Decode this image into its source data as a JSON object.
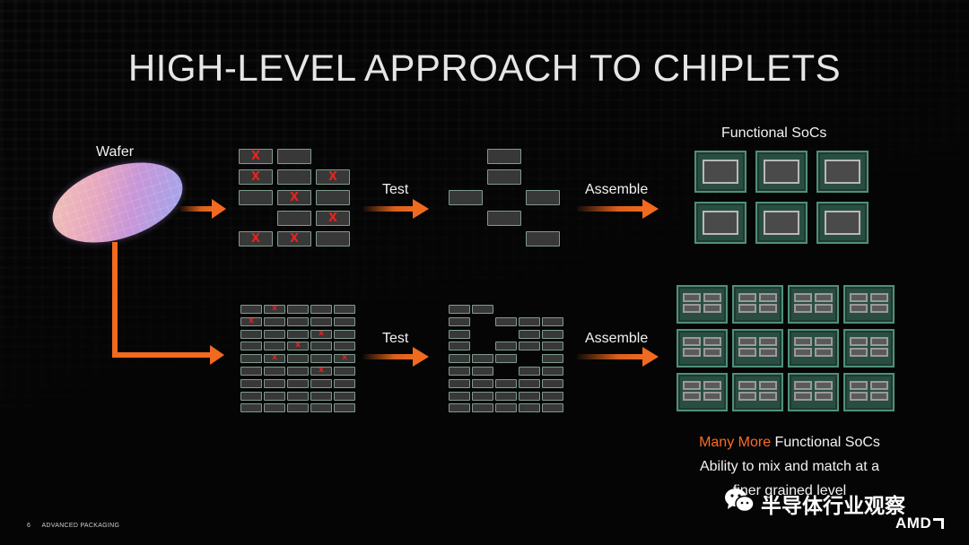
{
  "slide": {
    "title": "HIGH-LEVEL APPROACH TO CHIPLETS",
    "footer_page": "6",
    "footer_section": "ADVANCED PACKAGING",
    "logo": "AMD",
    "watermark": "半导体行业观察"
  },
  "labels": {
    "wafer": "Wafer",
    "test_top": "Test",
    "assemble_top": "Assemble",
    "test_bottom": "Test",
    "assemble_bottom": "Assemble",
    "functional_socs": "Functional SoCs",
    "many_more": "Many More",
    "many_more_rest": " Functional SoCs",
    "mix_match_line1": "Ability to mix and match at a",
    "mix_match_line2": "finer grained level"
  },
  "top_flow": {
    "defect_mark": "X",
    "tested_dies": [
      {
        "row": 0,
        "col": 0,
        "defect": true
      },
      {
        "row": 0,
        "col": 1,
        "defect": false
      },
      {
        "row": 1,
        "col": 0,
        "defect": true
      },
      {
        "row": 1,
        "col": 1,
        "defect": false
      },
      {
        "row": 1,
        "col": 2,
        "defect": true
      },
      {
        "row": 2,
        "col": 0,
        "defect": false
      },
      {
        "row": 2,
        "col": 1,
        "defect": true
      },
      {
        "row": 2,
        "col": 2,
        "defect": false
      },
      {
        "row": 3,
        "col": 1,
        "defect": false
      },
      {
        "row": 3,
        "col": 2,
        "defect": true
      },
      {
        "row": 4,
        "col": 0,
        "defect": true
      },
      {
        "row": 4,
        "col": 1,
        "defect": true
      },
      {
        "row": 4,
        "col": 2,
        "defect": false
      }
    ],
    "good_dies": [
      {
        "row": 0,
        "col": 1
      },
      {
        "row": 1,
        "col": 1
      },
      {
        "row": 2,
        "col": 0
      },
      {
        "row": 2,
        "col": 2
      },
      {
        "row": 3,
        "col": 1
      },
      {
        "row": 4,
        "col": 2
      }
    ],
    "soc_count": 6
  },
  "bottom_flow": {
    "defect_mark": "x",
    "rows": 9,
    "cols": 5,
    "defects": [
      [
        0,
        1
      ],
      [
        1,
        0
      ],
      [
        2,
        3
      ],
      [
        3,
        2
      ],
      [
        4,
        4
      ],
      [
        4,
        1
      ],
      [
        5,
        3
      ]
    ],
    "good_missing": [
      [
        0,
        2
      ],
      [
        0,
        3
      ],
      [
        0,
        4
      ],
      [
        1,
        1
      ],
      [
        2,
        1
      ],
      [
        2,
        2
      ],
      [
        3,
        1
      ],
      [
        4,
        3
      ],
      [
        5,
        2
      ]
    ],
    "soc_count": 12
  },
  "colors": {
    "arrow": "#f06a1f",
    "defect": "#e8231c",
    "die_border": "#7f9b8e",
    "soc_green": "#2a4d42",
    "highlight": "#ff6a22"
  }
}
